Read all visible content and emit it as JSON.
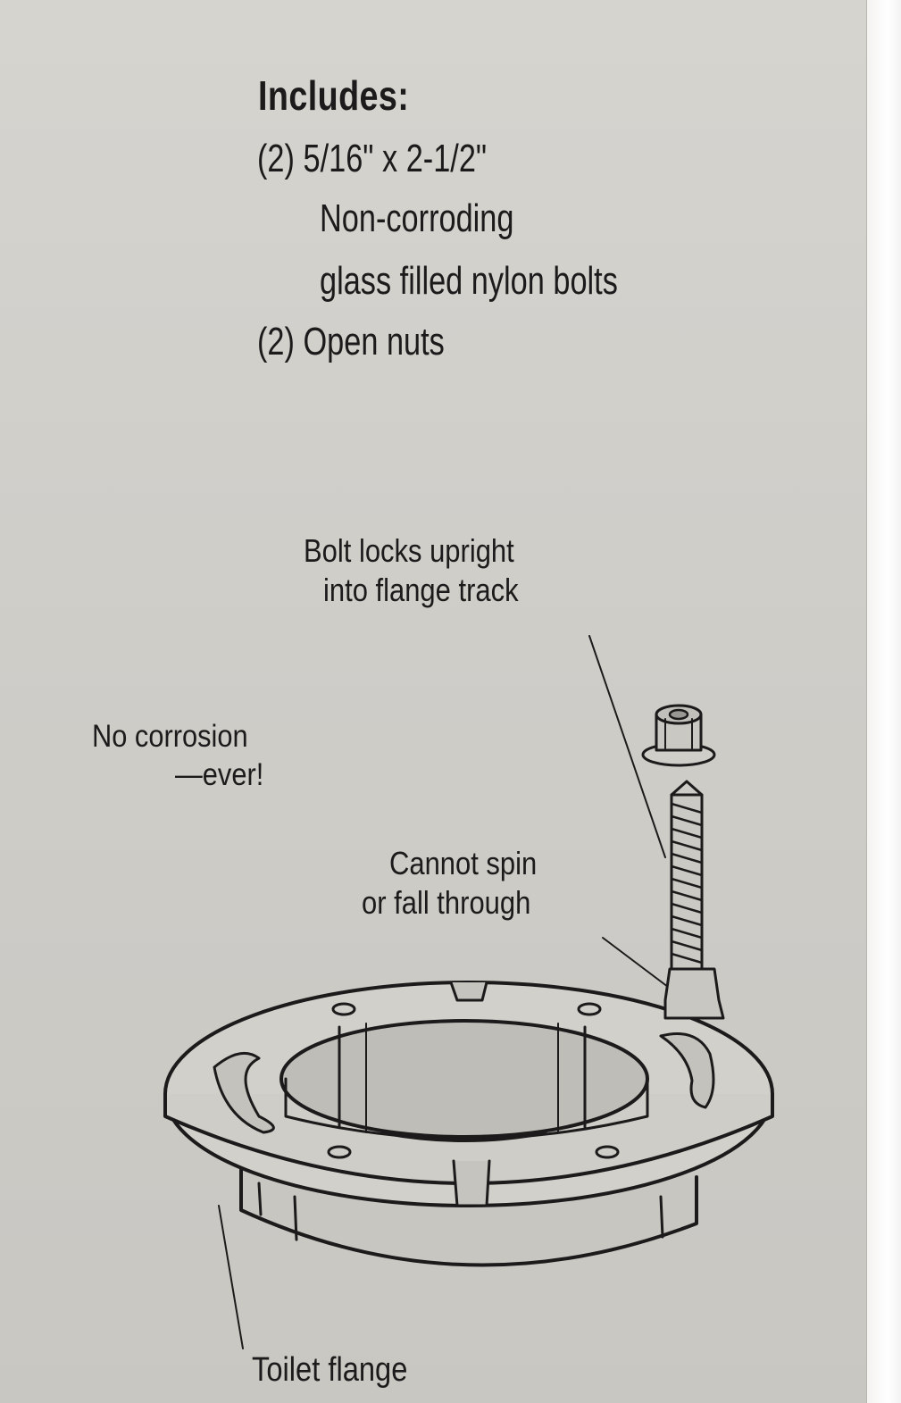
{
  "includes": {
    "heading": "Includes:",
    "line1": "(2) 5/16\" x 2-1/2\"",
    "line2": "Non-corroding",
    "line3": "glass filled nylon bolts",
    "line4": "(2) Open nuts"
  },
  "callouts": {
    "bolt_locks": [
      "Bolt locks upright",
      "into flange track"
    ],
    "no_corrosion": [
      "No corrosion",
      "—ever!"
    ],
    "cannot_spin": [
      "Cannot spin",
      "or fall through"
    ],
    "toilet_flange": "Toilet flange"
  },
  "colors": {
    "paper": "#d3d1cc",
    "ink": "#1c1a1a"
  }
}
